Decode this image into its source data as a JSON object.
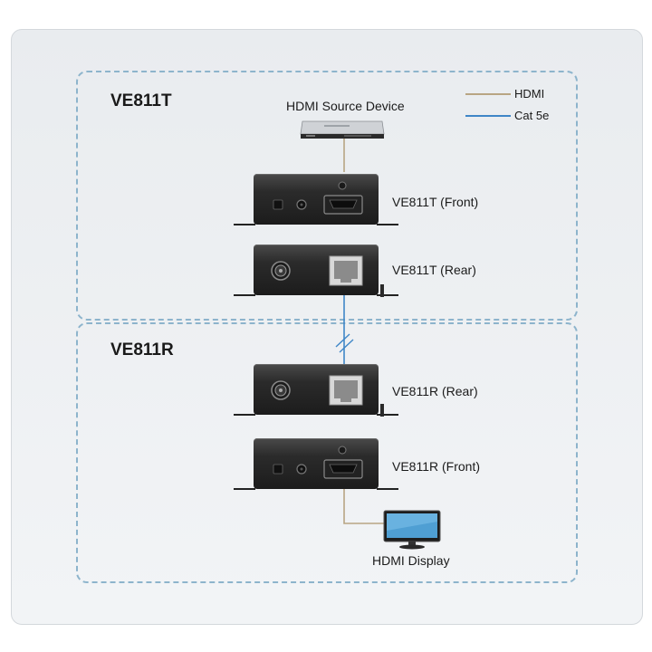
{
  "groups": {
    "transmitter": {
      "title": "VE811T"
    },
    "receiver": {
      "title": "VE811R"
    }
  },
  "legend": [
    {
      "label": "HDMI",
      "color": "#b8a583"
    },
    {
      "label": "Cat 5e",
      "color": "#3f86c7"
    }
  ],
  "devices": {
    "source": "HDMI Source Device",
    "tx_front": "VE811T (Front)",
    "tx_rear": "VE811T (Rear)",
    "rx_rear": "VE811R (Rear)",
    "rx_front": "VE811R (Front)",
    "display": "HDMI Display"
  },
  "icons": {
    "source": "dvd-player-icon",
    "display": "monitor-icon",
    "hdmi_port": "hdmi-port-icon",
    "rj45_port": "rj45-port-icon",
    "power_jack": "dc-power-jack-icon"
  }
}
